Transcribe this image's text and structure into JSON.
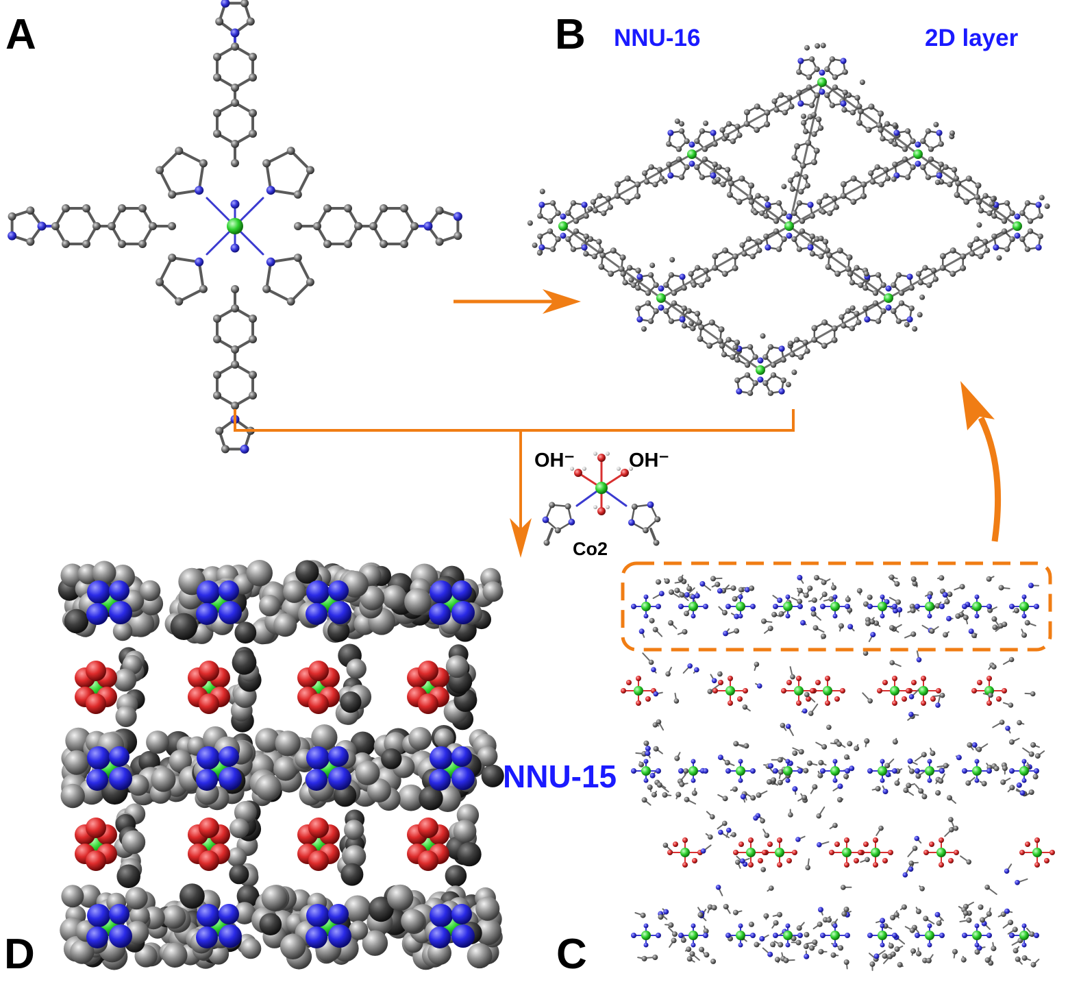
{
  "panels": {
    "a": "A",
    "b": "B",
    "c": "C",
    "d": "D"
  },
  "labels": {
    "nnu16": "NNU-16",
    "layer2d": "2D layer",
    "nnu15": "NNU-15",
    "oh_left": "OH⁻",
    "oh_right": "OH⁻",
    "co2": "Co2"
  },
  "colors": {
    "carbon": "#6e6e6e",
    "nitrogen": "#3434d8",
    "cobalt": "#2fd12f",
    "oxygen": "#d82828",
    "hydrogen": "#e6e6e6",
    "arrow": "#f07d14",
    "label_blue": "#1a1aff"
  }
}
